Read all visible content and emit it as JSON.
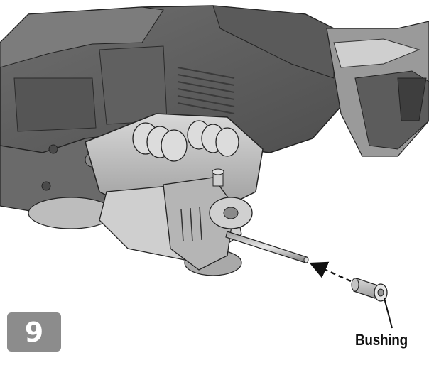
{
  "step": {
    "number": "9"
  },
  "callout": {
    "label": "Bushing"
  },
  "colors": {
    "ink": "#111111",
    "badge": "#8c8c8c",
    "shade_dark": "#5e5e5e",
    "shade_mid": "#8a8a8a",
    "shade_light": "#c9c9c9"
  },
  "icons": {
    "arrow": "dashed-arrow",
    "leader": "leader-line"
  }
}
